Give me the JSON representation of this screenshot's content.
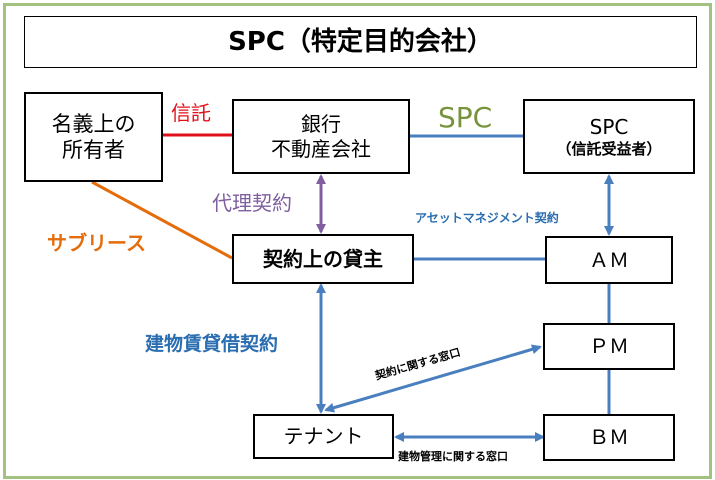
{
  "title": "SPC（特定目的会社）",
  "nodes": {
    "owner": {
      "line1": "名義上の",
      "line2": "所有者"
    },
    "bank": {
      "line1": "銀行",
      "line2": "不動産会社"
    },
    "spc": {
      "line1": "SPC",
      "line2": "（信託受益者）"
    },
    "lessor": {
      "label": "契約上の貸主"
    },
    "am": {
      "label": "ＡＭ"
    },
    "pm": {
      "label": "ＰＭ"
    },
    "bm": {
      "label": "ＢＭ"
    },
    "tenant": {
      "label": "テナント"
    }
  },
  "labels": {
    "trust": "信託",
    "spc_link": "SPC",
    "agency": "代理契約",
    "sublease": "サブリース",
    "asset_mgmt": "アセットマネジメント契約",
    "lease": "建物賃貸借契約",
    "contract_window": "契約に関する窓口",
    "bm_window": "建物管理に関する窓口"
  },
  "colors": {
    "red": "#e0101a",
    "blue": "#4a7fbf",
    "green": "#77933c",
    "purple": "#7f5f9f",
    "orange": "#e46c0a",
    "label_blue": "#2a6db0",
    "frame": "#a3c27f"
  }
}
